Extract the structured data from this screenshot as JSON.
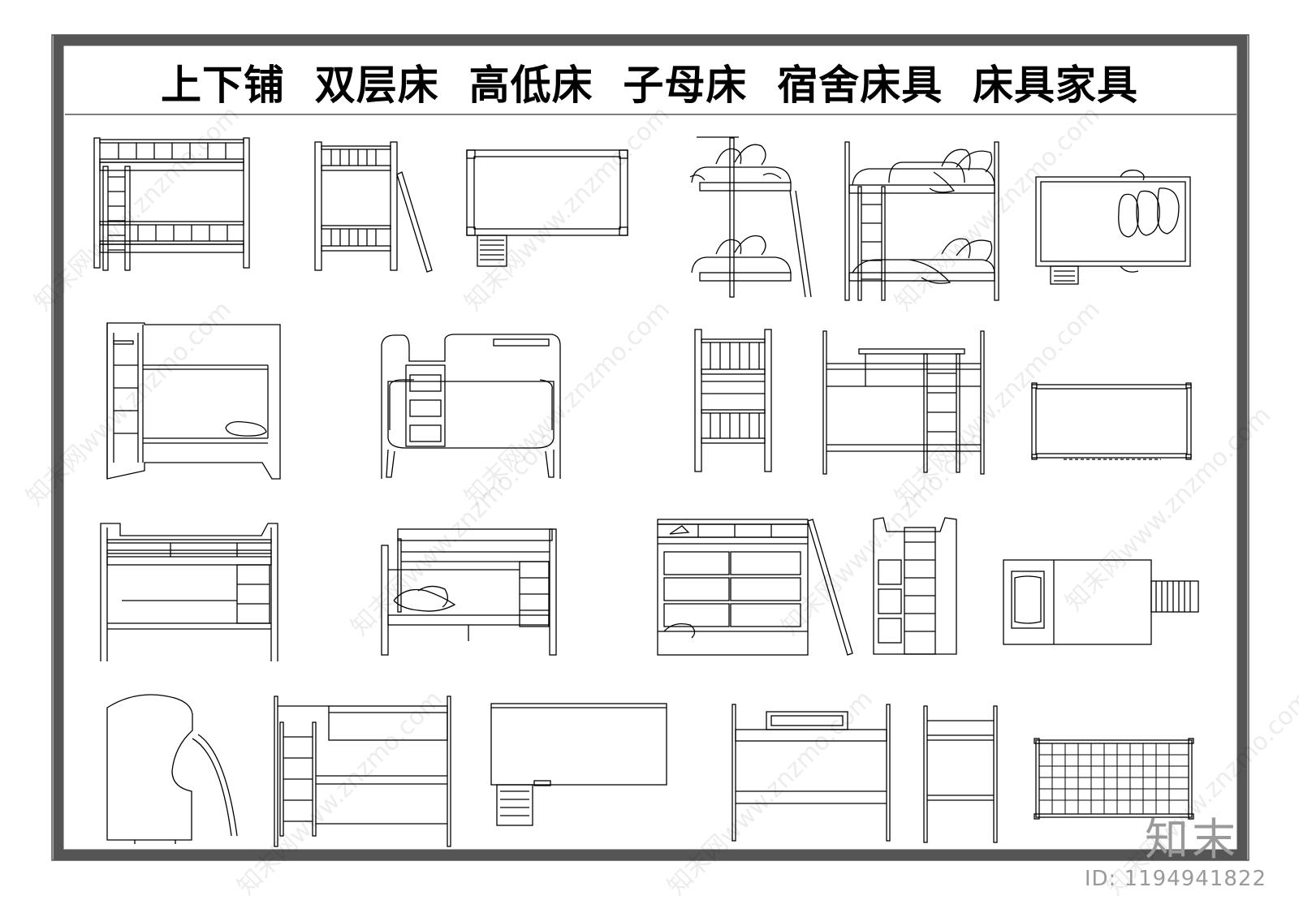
{
  "header": {
    "title": "上下铺  双层床  高低床  子母床  宿舍床具  床具家具"
  },
  "watermark": {
    "text": "知末网www.znzmo.com"
  },
  "branding": {
    "logo_text": "知末",
    "image_id": "ID: 1194941822"
  },
  "drawings": [
    {
      "name": "bunk-bed-front-slatted-ladder-left"
    },
    {
      "name": "bunk-bed-side-slatted-with-ladder"
    },
    {
      "name": "bunk-bed-plan-with-steps"
    },
    {
      "name": "metal-bunk-bed-side-with-bedding"
    },
    {
      "name": "metal-bunk-bed-front-with-bedding"
    },
    {
      "name": "bunk-bed-plan-with-pillows"
    },
    {
      "name": "cabin-bunk-bed-front"
    },
    {
      "name": "modern-bunk-bed-with-ladder-box"
    },
    {
      "name": "bunk-bed-side-slatted"
    },
    {
      "name": "bunk-bed-front-ladder-right"
    },
    {
      "name": "bunk-bed-plan-simple"
    },
    {
      "name": "bunk-bed-front-guard-rails"
    },
    {
      "name": "twin-over-full-bunk-bed"
    },
    {
      "name": "loft-bed-with-drawer-cabinet"
    },
    {
      "name": "bunk-bed-side-with-storage-stairs"
    },
    {
      "name": "bunk-bed-plan-with-ladder"
    },
    {
      "name": "bunk-bed-side-curved-ladder"
    },
    {
      "name": "bunk-bed-front-ladder-left"
    },
    {
      "name": "loft-bed-plan-with-steps"
    },
    {
      "name": "bunk-bed-front-headboard"
    },
    {
      "name": "bunk-bed-side-open"
    },
    {
      "name": "bunk-bed-plan-mesh"
    }
  ],
  "colors": {
    "frame": "#555555",
    "line": "#000000",
    "background": "#ffffff",
    "watermark": "#9a9a9a"
  }
}
